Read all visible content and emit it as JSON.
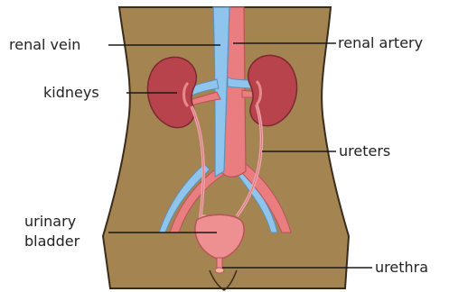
{
  "labels": {
    "renal_vein": "renal vein",
    "renal_artery": "renal artery",
    "kidneys": "kidneys",
    "ureters": "ureters",
    "urinary_line1": "urinary",
    "urinary_line2": "bladder",
    "urethra": "urethra"
  },
  "colors": {
    "body": "#a48552",
    "body_outline": "#3a2c1a",
    "kidney": "#b8434d",
    "kidney_inner": "#e88a8c",
    "vein": "#8fc4ec",
    "artery": "#ea7d80",
    "ureter": "#f2a6ad",
    "bladder": "#ee8f92"
  }
}
